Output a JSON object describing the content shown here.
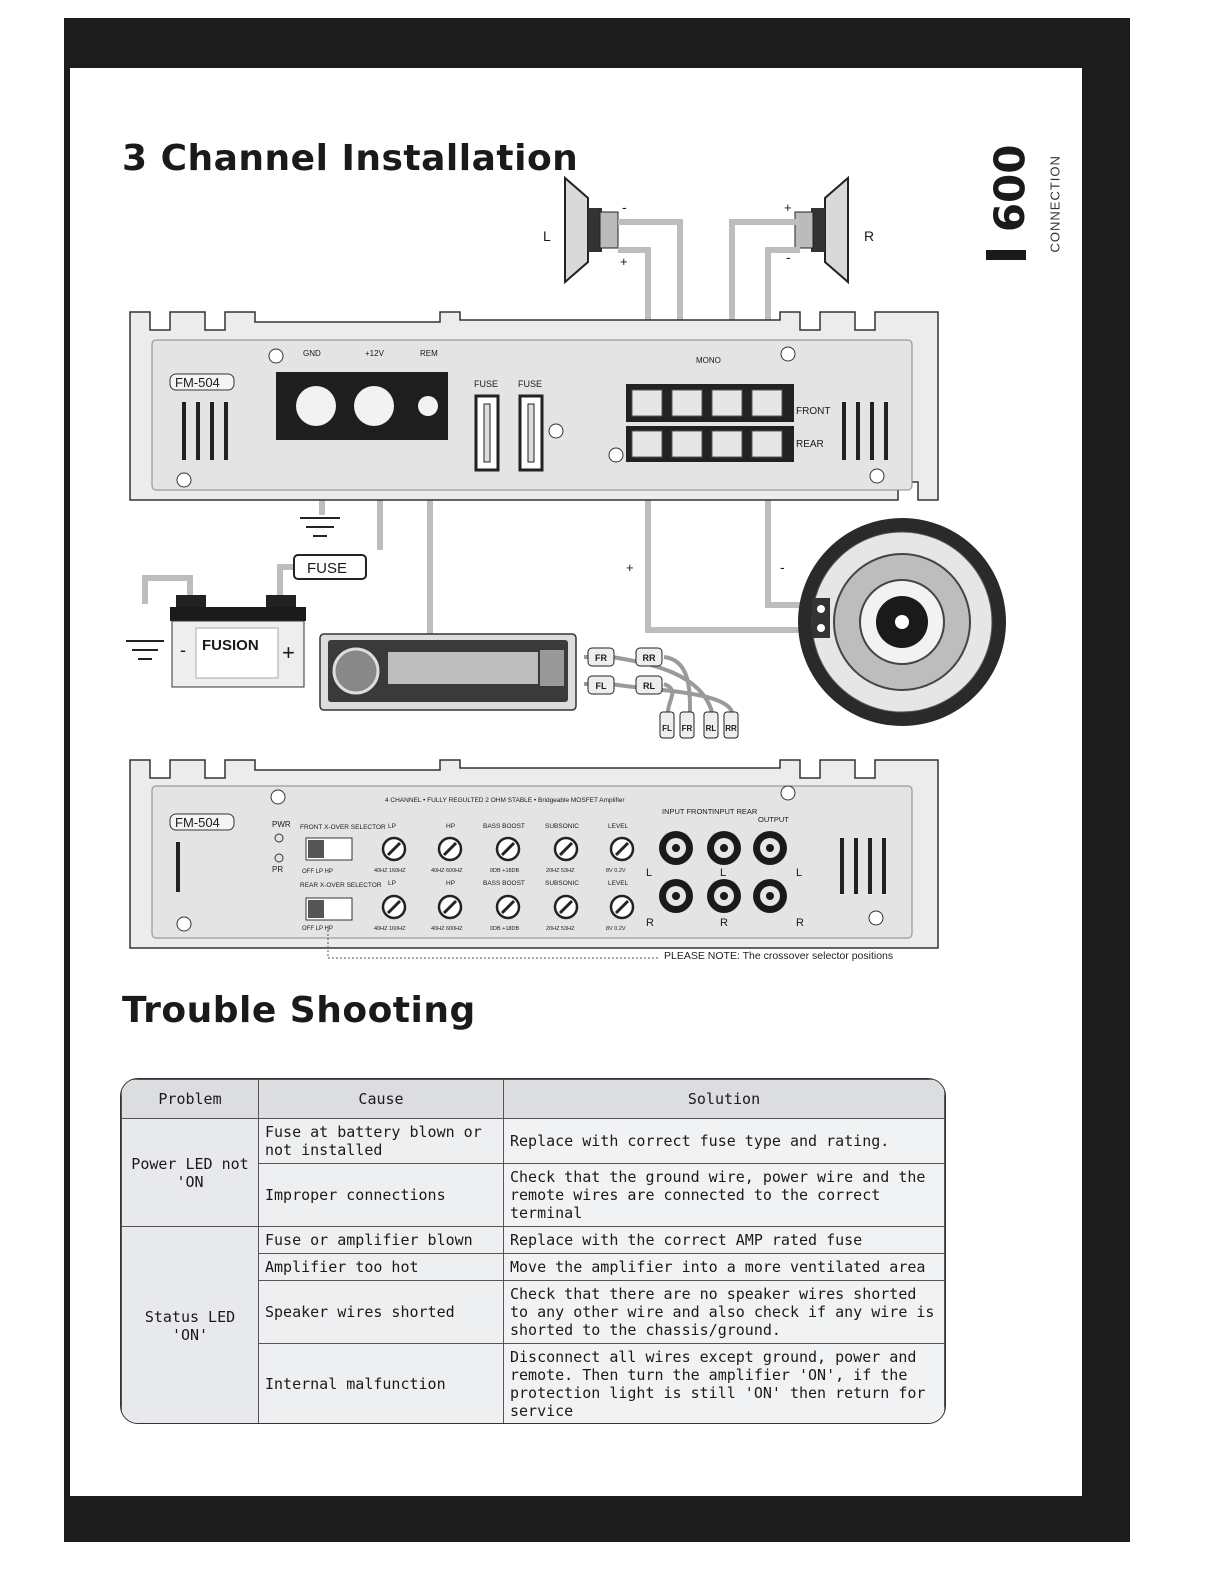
{
  "page": {
    "number": "009",
    "section_label": "CONNECTION"
  },
  "installation": {
    "title": "3 Channel Installation",
    "speaker_left": "L",
    "speaker_right": "R",
    "polarity_minus": "-",
    "polarity_plus": "+",
    "amp_model": "FM-504",
    "terminal_gnd": "GND",
    "terminal_12v": "+12V",
    "terminal_rem": "REM",
    "fuse_label": "FUSE",
    "mono_label": "MONO",
    "front_label": "FRONT",
    "rear_label": "REAR",
    "inline_fuse": "FUSE",
    "battery_brand": "FUSION",
    "rca_fr": "FR",
    "rca_rr": "RR",
    "rca_fl": "FL",
    "rca_rl": "RL",
    "panel_heading": "4 CHANNEL • FULLY REGULTED 2 OHM STABLE • Bridgeable MOSFET Amplifier",
    "pwr": "PWR",
    "pr": "PR",
    "front_xover": "FRONT X-OVER SELECTOR",
    "rear_xover": "REAR X-OVER SELECTOR",
    "off_lp_hp": "OFF  LP  HP",
    "knob_labels": [
      "LP",
      "HP",
      "BASS BOOST",
      "SUBSONIC",
      "LEVEL"
    ],
    "knob_ranges": [
      "40HZ 160HZ",
      "40HZ 600HZ",
      "0DB +18DB",
      "20HZ 53HZ",
      "8V 0.2V"
    ],
    "input_front": "INPUT FRONT",
    "input_rear": "INPUT REAR",
    "output": "OUTPUT",
    "ch_l": "L",
    "ch_r": "R",
    "note": "PLEASE NOTE: The crossover selector positions"
  },
  "troubleshooting": {
    "title": "Trouble Shooting",
    "headers": [
      "Problem",
      "Cause",
      "Solution"
    ],
    "groups": [
      {
        "problem": "Power LED not 'ON",
        "rows": [
          {
            "cause": "Fuse at battery blown or not installed",
            "solution": "Replace with correct fuse type and rating."
          },
          {
            "cause": "Improper connections",
            "solution": "Check that the ground wire, power wire and the remote wires are connected to the correct terminal"
          }
        ]
      },
      {
        "problem": "Status LED 'ON'",
        "rows": [
          {
            "cause": "Fuse or amplifier blown",
            "solution": "Replace with the correct AMP rated fuse"
          },
          {
            "cause": "Amplifier too hot",
            "solution": "Move the amplifier into a more ventilated area"
          },
          {
            "cause": "Speaker wires shorted",
            "solution": "Check that there are no speaker wires shorted to any other wire and also check if any wire is shorted to the chassis/ground."
          },
          {
            "cause": "Internal malfunction",
            "solution": "Disconnect all wires except ground, power and remote. Then turn the amplifier 'ON', if the protection light is still 'ON' then return for service"
          }
        ]
      }
    ]
  }
}
